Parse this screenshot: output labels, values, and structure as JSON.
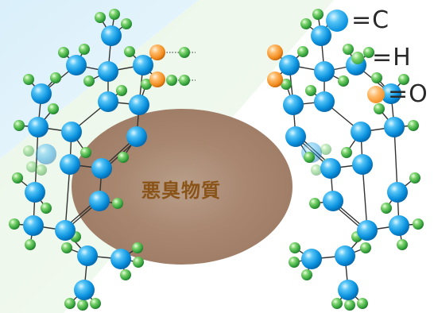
{
  "legend": {
    "carbon": "=C",
    "hydrogen": "=H",
    "oxygen": "=O"
  },
  "center_label": "悪臭物質",
  "colors": {
    "carbon": "#0a92df",
    "hydrogen": "#3fae45",
    "oxygen": "#f08a1c",
    "bond": "#333333",
    "blob": "#a07a66",
    "label": "#8a5418"
  },
  "atom_icons": {
    "carbon": "blue-sphere-icon",
    "hydrogen": "green-sphere-icon",
    "oxygen": "orange-sphere-icon"
  }
}
